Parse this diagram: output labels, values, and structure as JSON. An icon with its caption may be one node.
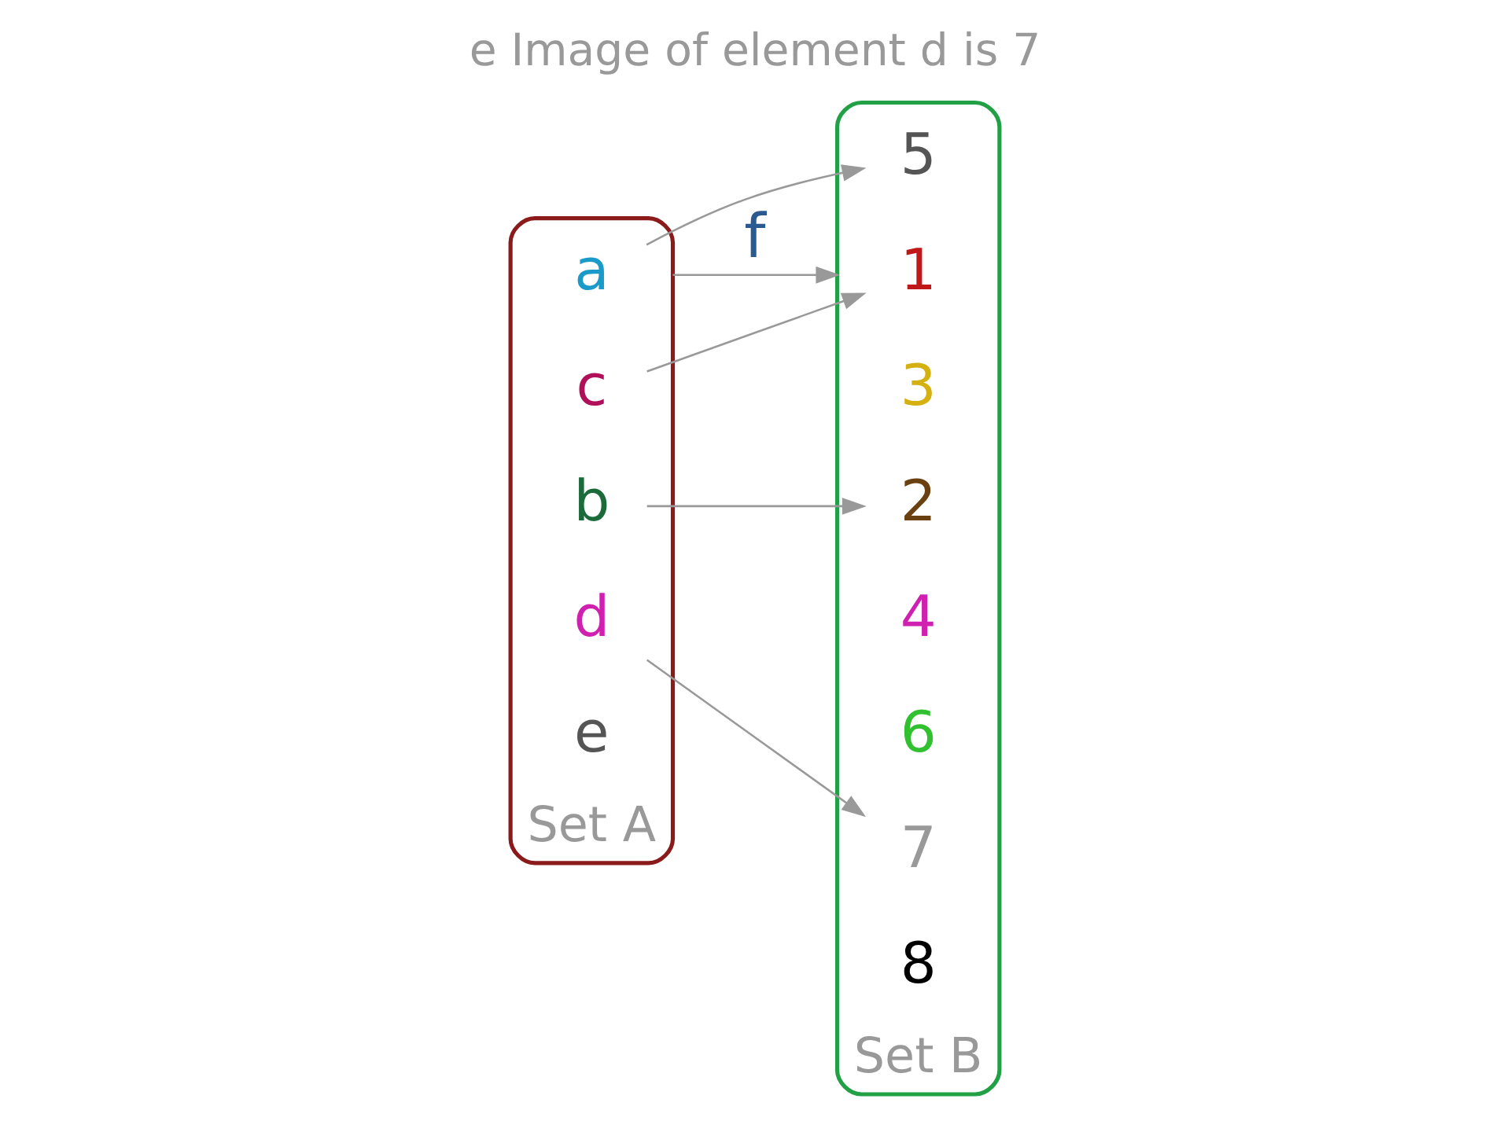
{
  "diagram": {
    "title": "e Image of element d is 7",
    "nodes": [
      {
        "text": [
          "Set A"
        ]
      },
      {
        "text": [
          "Set B"
        ]
      },
      {
        "text": [
          "a"
        ],
        "in": 0
      },
      {
        "text": [
          "b"
        ],
        "in": 0
      },
      {
        "text": [
          "c"
        ],
        "in": 0
      },
      {
        "text": [
          "d"
        ],
        "in": 0
      },
      {
        "text": [
          "e"
        ],
        "in": 0
      },
      {
        "text": [
          "1"
        ],
        "in": 1
      },
      {
        "text": [
          "2"
        ],
        "in": 1
      },
      {
        "text": [
          "3"
        ],
        "in": 1
      },
      {
        "text": [
          "5"
        ],
        "in": 1
      },
      {
        "text": [
          "4"
        ],
        "in": 1
      },
      {
        "text": [
          "6"
        ],
        "in": 1
      },
      {
        "text": [
          "7"
        ],
        "in": 1
      },
      {
        "text": [
          "8"
        ],
        "in": 1
      }
    ],
    "edges": [
      {
        "from": 0,
        "to": 1,
        "arrow": "to",
        "label": "f"
      },
      {
        "from": 2,
        "to": 10,
        "arrow": "to"
      },
      {
        "from": 3,
        "to": 8,
        "arrow": "to"
      },
      {
        "from": 4,
        "to": 7,
        "arrow": "to"
      },
      {
        "from": 5,
        "to": 13,
        "arrow": "to"
      }
    ]
  }
}
